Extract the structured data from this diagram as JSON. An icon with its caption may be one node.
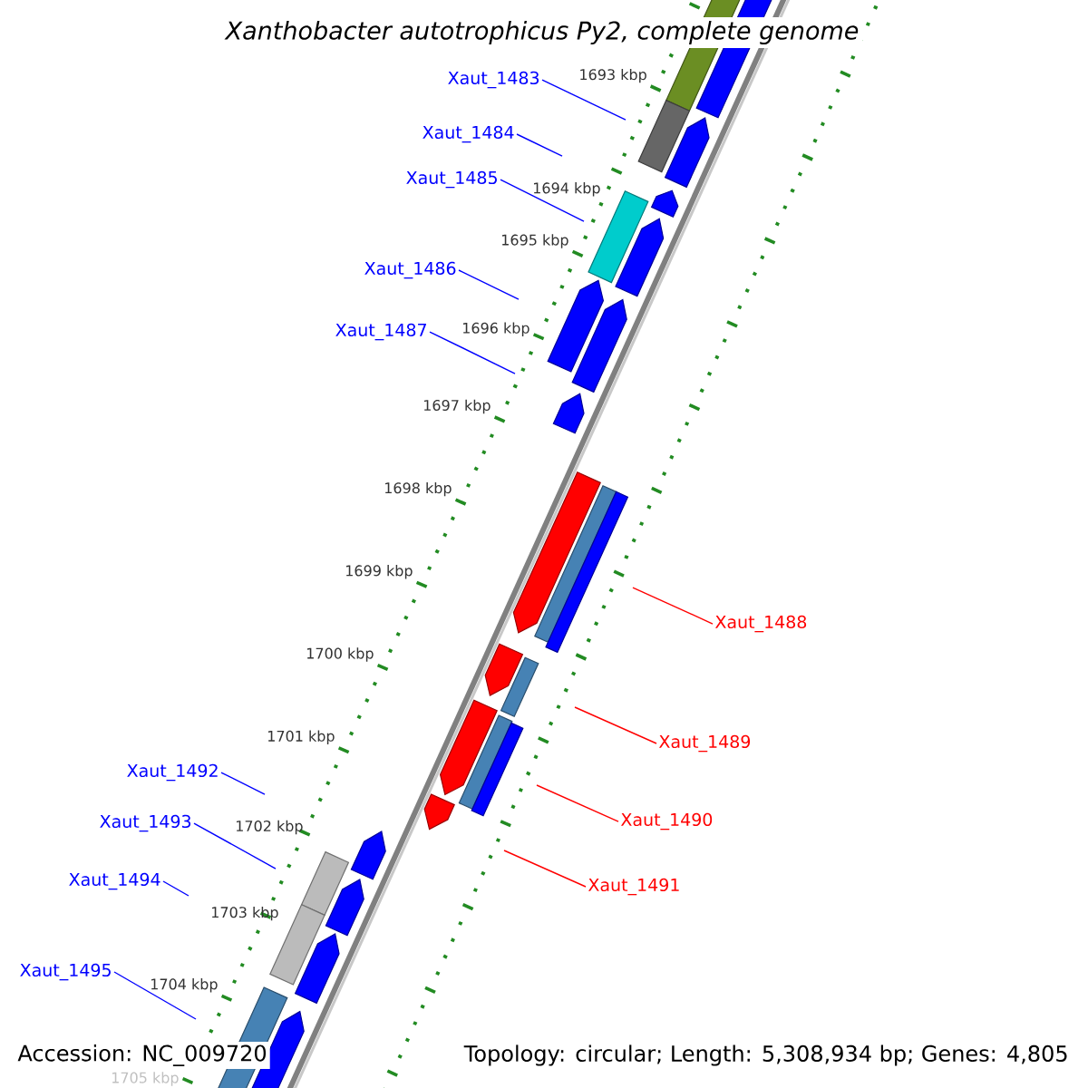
{
  "diagram": {
    "title": "Xanthobacter autotrophicus Py2, complete genome",
    "nodes": [
      {
        "text": [
          "Xaut_1483"
        ]
      },
      {
        "text": [
          "Xaut_1484"
        ]
      },
      {
        "text": [
          "Xaut_1485"
        ]
      },
      {
        "text": [
          "Xaut_1486"
        ]
      },
      {
        "text": [
          "Xaut_1487"
        ]
      },
      {
        "text": [
          "Xaut_1488"
        ]
      },
      {
        "text": [
          "Xaut_1489"
        ]
      },
      {
        "text": [
          "Xaut_1490"
        ]
      },
      {
        "text": [
          "Xaut_1491"
        ]
      },
      {
        "text": [
          "Xaut_1492"
        ]
      },
      {
        "text": [
          "Xaut_1493"
        ]
      },
      {
        "text": [
          "Xaut_1494"
        ]
      },
      {
        "text": [
          "Xaut_1495"
        ]
      }
    ],
    "edges": [
      {
        "from": 0,
        "to": null,
        "arrow": "none"
      },
      {
        "from": 1,
        "to": null,
        "arrow": "none"
      },
      {
        "from": 2,
        "to": null,
        "arrow": "none"
      },
      {
        "from": 3,
        "to": null,
        "arrow": "none"
      },
      {
        "from": 4,
        "to": null,
        "arrow": "none"
      },
      {
        "from": 5,
        "to": null,
        "arrow": "none",
        "color": "#ff0000"
      },
      {
        "from": 6,
        "to": null,
        "arrow": "none",
        "color": "#ff0000"
      },
      {
        "from": 7,
        "to": null,
        "arrow": "none",
        "color": "#ff0000"
      },
      {
        "from": 8,
        "to": null,
        "arrow": "none",
        "color": "#ff0000"
      },
      {
        "from": 9,
        "to": null,
        "arrow": "none"
      },
      {
        "from": 10,
        "to": null,
        "arrow": "none"
      },
      {
        "from": 11,
        "to": null,
        "arrow": "none"
      },
      {
        "from": 12,
        "to": null,
        "arrow": "none"
      }
    ],
    "labels": [
      "1693 kbp",
      "1694 kbp",
      "1695 kbp",
      "1696 kbp",
      "1697 kbp",
      "1698 kbp",
      "1699 kbp",
      "1700 kbp",
      "1701 kbp",
      "1702 kbp",
      "1703 kbp",
      "1704 kbp",
      "1705 kbp",
      "Accession: NC_009720",
      "Topology: circular; Length: 5,308,934 bp; Genes: 4,805"
    ]
  }
}
